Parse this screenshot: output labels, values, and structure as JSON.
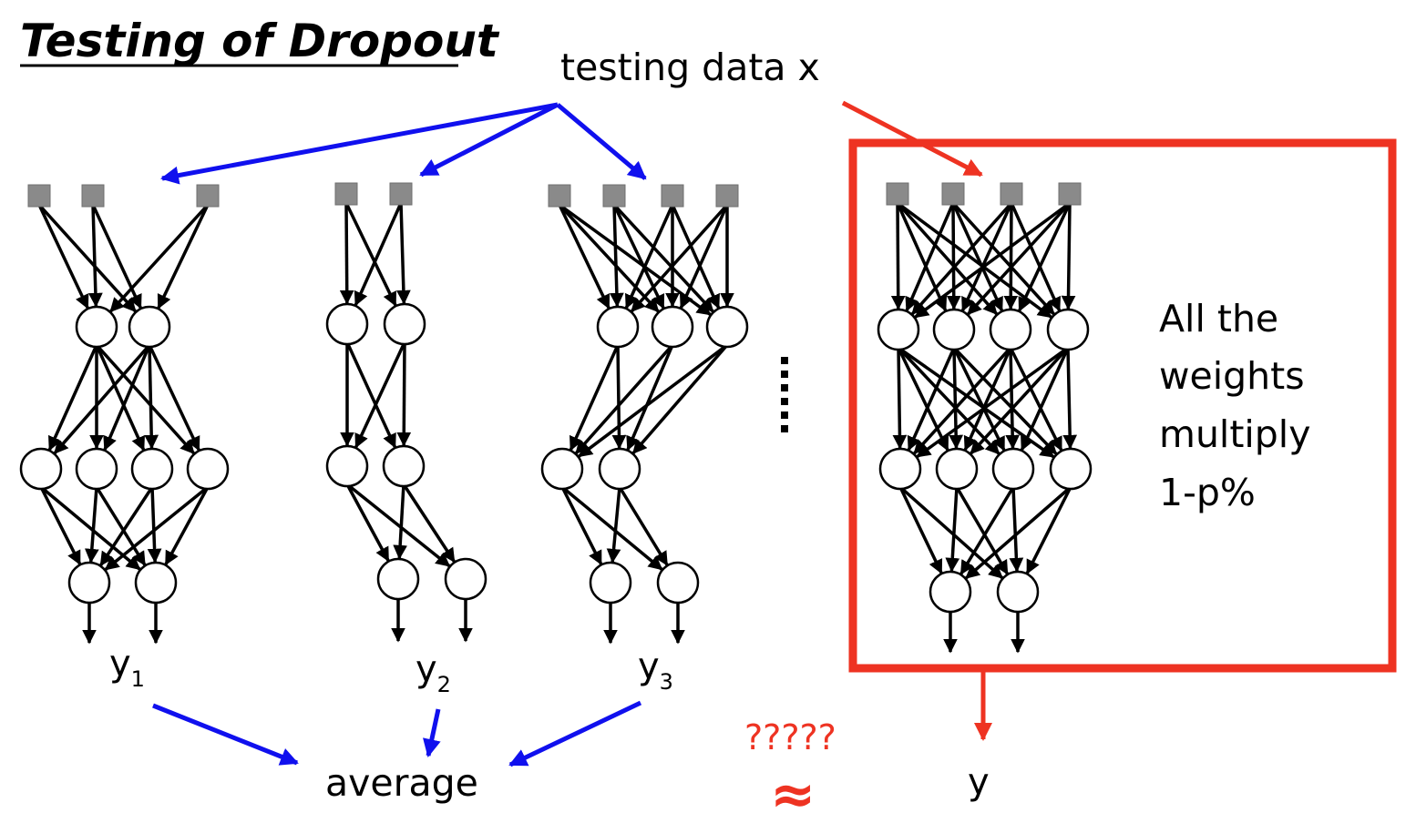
{
  "title": "Testing of Dropout",
  "input_label": "testing data x",
  "outputs": [
    {
      "base": "y",
      "sub": "1"
    },
    {
      "base": "y",
      "sub": "2"
    },
    {
      "base": "y",
      "sub": "3"
    }
  ],
  "average_label": "average",
  "ellipsis": "……",
  "full_network_note": [
    "All the",
    "weights",
    "multiply",
    "1-p%"
  ],
  "full_output_label": "y",
  "question_marks": "?????",
  "approx_symbol": "≈",
  "colors": {
    "blue_arrow": "#1010ee",
    "red": "#ee3322",
    "input_node": "#8a8a8a"
  }
}
